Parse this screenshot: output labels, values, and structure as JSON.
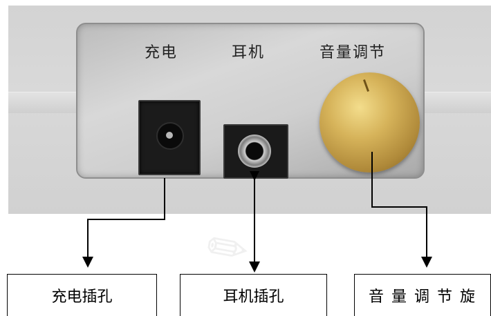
{
  "panel_labels": {
    "charge": "充电",
    "earphone": "耳机",
    "volume": "音量调节"
  },
  "callouts": {
    "charge_jack": "充电插孔",
    "earphone_jack": "耳机插孔",
    "volume_knob": "音 量 调 节 旋"
  },
  "colors": {
    "line": "#000000",
    "knob": "#d6b35a",
    "panel": "#cfcfcf"
  }
}
